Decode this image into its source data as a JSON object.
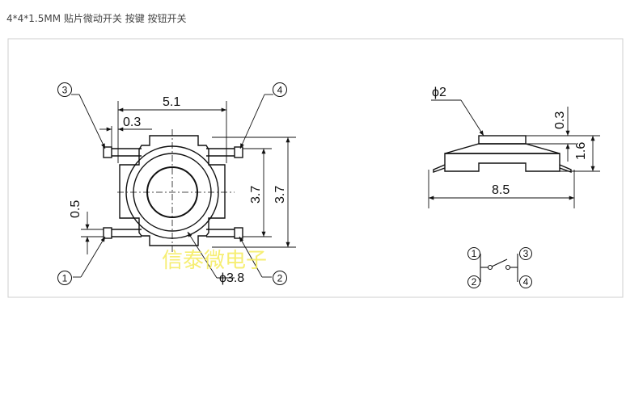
{
  "title": "4*4*1.5MM 贴片微动开关 按键 按钮开关",
  "watermark": "信泰微电子",
  "dimensions": {
    "width": "5.1",
    "pin_offset": "0.3",
    "pin_width": "0.5",
    "height_inner": "3.7",
    "height_outer": "3.7",
    "button_diameter": "ϕ3.8",
    "actuator_diameter": "ϕ2",
    "actuator_height": "0.3",
    "total_height": "1.6",
    "total_length": "8.5"
  },
  "pins": {
    "p1": "1",
    "p2": "2",
    "p3": "3",
    "p4": "4"
  }
}
